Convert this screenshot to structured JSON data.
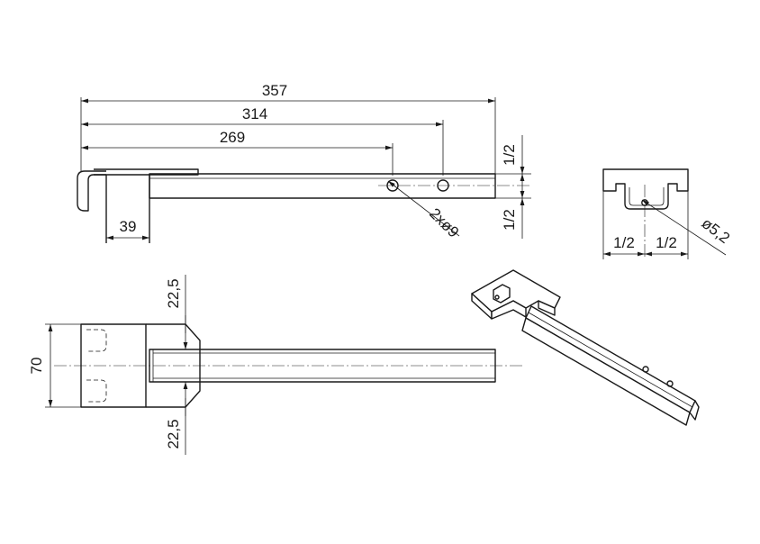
{
  "side_view": {
    "dim_total": "357",
    "dim_hole2": "314",
    "dim_hole1": "269",
    "dim_hook": "39",
    "dim_half_top": "1/2",
    "dim_half_bottom": "1/2",
    "dim_holes": "2xø9"
  },
  "end_view": {
    "dim_half_left": "1/2",
    "dim_half_right": "1/2",
    "dim_hole": "ø5,2"
  },
  "top_view": {
    "dim_width": "70",
    "dim_offset_top": "22,5",
    "dim_offset_bottom": "22,5"
  }
}
